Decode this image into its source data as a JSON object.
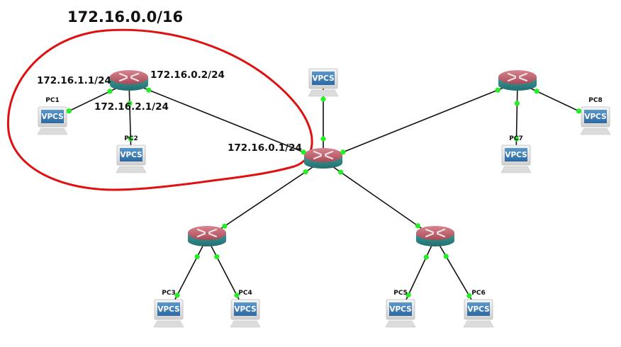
{
  "diagram": {
    "title": "172.16.0.0/16",
    "highlight_color": "#e01010",
    "link_color": "#111111",
    "port_color": "#22ee22",
    "router_top_color": "#b85a66",
    "router_side_color": "#2f8a8a",
    "vpcs_screen_color": "#3a78b0",
    "vpcs_text": "VPCS",
    "routers": [
      {
        "id": "R1"
      },
      {
        "id": "R-core"
      },
      {
        "id": "R-right"
      },
      {
        "id": "R-bottom-left"
      },
      {
        "id": "R-bottom-right"
      }
    ],
    "pcs": [
      {
        "id": "PC1",
        "label": "PC1"
      },
      {
        "id": "PC2",
        "label": "PC2"
      },
      {
        "id": "PC-top",
        "label": ""
      },
      {
        "id": "PC3",
        "label": "PC3"
      },
      {
        "id": "PC4",
        "label": "PC4"
      },
      {
        "id": "PC5",
        "label": "PC5"
      },
      {
        "id": "PC6",
        "label": "PC6"
      },
      {
        "id": "PC7",
        "label": "PC7"
      },
      {
        "id": "PC8",
        "label": "PC8"
      }
    ],
    "links": [
      {
        "from": "R1",
        "to": "PC1"
      },
      {
        "from": "R1",
        "to": "PC2"
      },
      {
        "from": "R1",
        "to": "R-core"
      },
      {
        "from": "R-core",
        "to": "PC-top"
      },
      {
        "from": "R-core",
        "to": "R-right"
      },
      {
        "from": "R-core",
        "to": "R-bottom-left"
      },
      {
        "from": "R-core",
        "to": "R-bottom-right"
      },
      {
        "from": "R-right",
        "to": "PC7"
      },
      {
        "from": "R-right",
        "to": "PC8"
      },
      {
        "from": "R-bottom-left",
        "to": "PC3"
      },
      {
        "from": "R-bottom-left",
        "to": "PC4"
      },
      {
        "from": "R-bottom-right",
        "to": "PC5"
      },
      {
        "from": "R-bottom-right",
        "to": "PC6"
      }
    ],
    "ip_labels": {
      "r1_pc1": "172.16.1.1/24",
      "r1_core": "172.16.0.2/24",
      "r1_pc2": "172.16.2.1/24",
      "core_r1": "172.16.0.1/24"
    }
  }
}
